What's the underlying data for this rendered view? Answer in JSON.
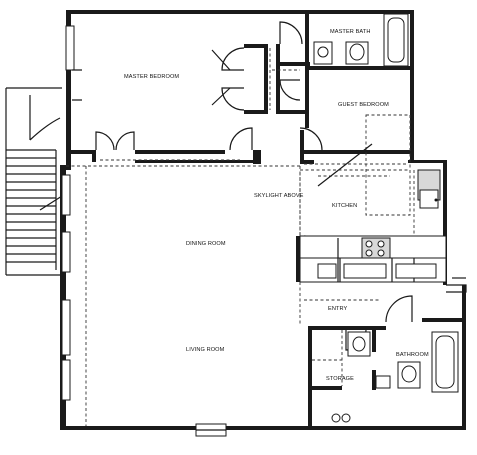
{
  "rooms": {
    "master_bedroom": "MASTER BEDROOM",
    "master_bath": "MASTER BATH",
    "guest_bedroom": "GUEST BEDROOM",
    "skylight": "SKYLIGHT ABOVE",
    "kitchen": "KITCHEN",
    "dining_room": "DINING ROOM",
    "entry": "ENTRY",
    "living_room": "LIVING ROOM",
    "bathroom": "BATHROOM",
    "storage": "STORAGE"
  }
}
